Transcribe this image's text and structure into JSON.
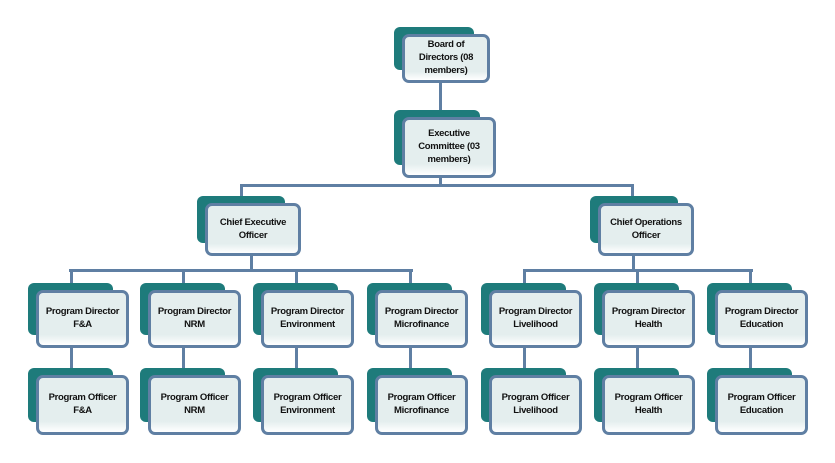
{
  "title": "Organizational chart",
  "nodes": {
    "board": "Board of Directors (08 members)",
    "executive_committee": "Executive Committee (03 members)",
    "ceo": "Chief Executive Officer",
    "coo": "Chief Operations Officer",
    "directors": [
      "Program Director F&A",
      "Program Director NRM",
      "Program Director Environment",
      "Program Director Microfinance",
      "Program Director Livelihood",
      "Program Director Health",
      "Program Director Education"
    ],
    "officers": [
      "Program Officer F&A",
      "Program Officer NRM",
      "Program Officer Environment",
      "Program Officer Microfinance",
      "Program Officer Livelihood",
      "Program Officer Health",
      "Program Officer Education"
    ]
  },
  "colors": {
    "back": "#1e7b7b",
    "border": "#5f7fa3",
    "fill": "#e4eeee"
  }
}
